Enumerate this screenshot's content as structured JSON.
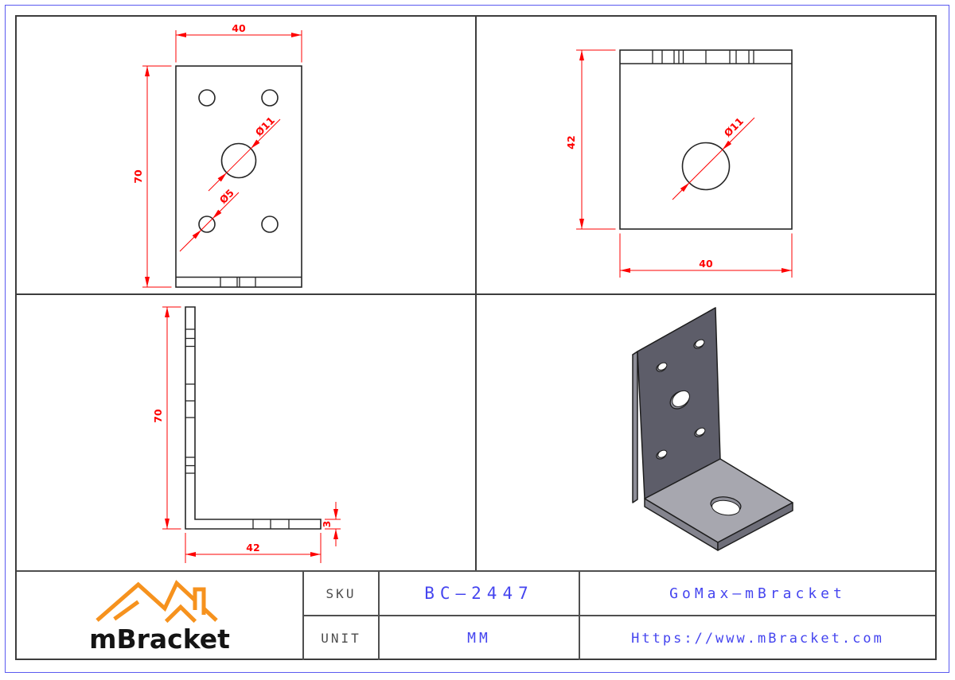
{
  "views": {
    "front": {
      "width_dim": "40",
      "height_dim": "70",
      "large_hole_label": "Ø11",
      "small_hole_label": "Ø5"
    },
    "top": {
      "height_dim": "42",
      "width_dim": "40",
      "hole_label": "Ø11"
    },
    "side": {
      "height_dim": "70",
      "width_dim": "42",
      "thickness_dim": "3"
    }
  },
  "title_block": {
    "logo_text": "mBracket",
    "sku_label": "SKU",
    "sku_value": "BC—2447",
    "unit_label": "UNIT",
    "unit_value": "MM",
    "brand": "GoMax—mBracket",
    "website": "Https://www.mBracket.com"
  },
  "colors": {
    "dimension_red": "#FE0000",
    "drawing_line": "#262626",
    "frame_gray": "#3D3D3D",
    "border_blue": "#5A5AF0",
    "cad_text_blue": "#4545EF",
    "label_gray": "#4D4D4D",
    "logo_orange": "#F6921E",
    "iso_plate_dark": "#5D5D69",
    "iso_base_light": "#A7A7AF"
  }
}
